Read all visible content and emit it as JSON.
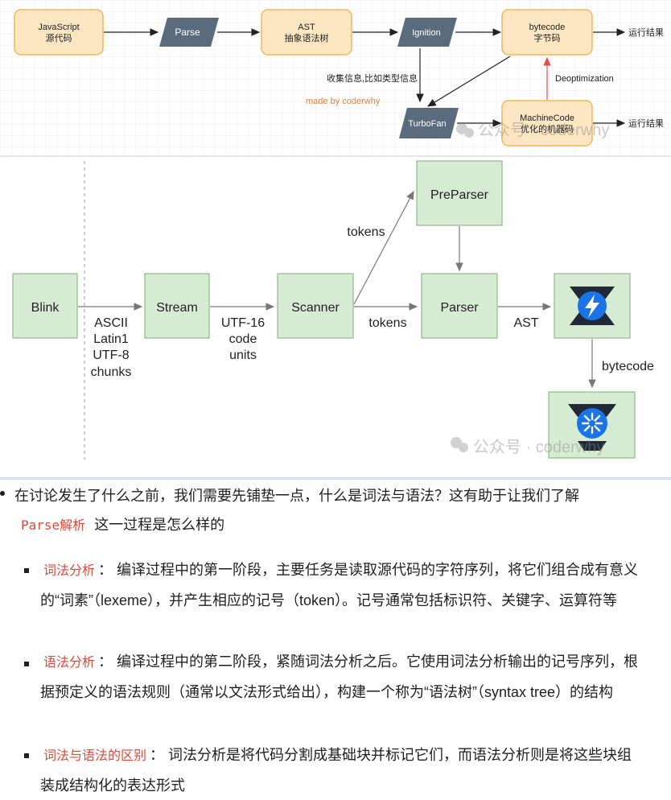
{
  "pipeline": {
    "js_source": [
      "JavaScript",
      "源代码"
    ],
    "parse": "Parse",
    "ast": [
      "AST",
      "抽象语法树"
    ],
    "ignition": "Ignition",
    "bytecode": [
      "bytecode",
      "字节码"
    ],
    "result1": "运行结果",
    "collect_info": "收集信息,比如类型信息",
    "made_by": "made by coderwhy",
    "deoptimization": "Deoptimization",
    "turbofan": "TurboFan",
    "machine_code": [
      "MachineCode",
      "优化的机器码"
    ],
    "result2": "运行结果",
    "watermark": "公众号 · coderwhy"
  },
  "v8_diagram": {
    "blink": "Blink",
    "chunk_labels": [
      "ASCII",
      "Latin1",
      "UTF-8",
      "chunks"
    ],
    "stream": "Stream",
    "utf16_labels": [
      "UTF-16",
      "code",
      "units"
    ],
    "scanner": "Scanner",
    "tokens_upper": "tokens",
    "tokens_lower": "tokens",
    "preparser": "PreParser",
    "parser": "Parser",
    "ast_label": "AST",
    "bytecode_label": "bytecode",
    "watermark": "公众号 · coderwhy"
  },
  "text": {
    "intro_before": "在讨论发生了什么之前，我们需要先铺垫一点，什么是词法与语法？这有助于让我们了解",
    "intro_code": "Parse解析",
    "intro_after": "这一过程是怎么样的",
    "items": [
      {
        "term": "词法分析",
        "sep": "：",
        "desc": "编译过程中的第一阶段，主要任务是读取源代码的字符序列，将它们组合成有意义的“词素”（lexeme），并产生相应的记号（token）。记号通常包括标识符、关键字、运算符等"
      },
      {
        "term": "语法分析",
        "sep": "：",
        "desc": "编译过程中的第二阶段，紧随词法分析之后。它使用词法分析输出的记号序列，根据预定义的语法规则（通常以文法形式给出），构建一个称为“语法树”（syntax tree）的结构"
      },
      {
        "term": "词法与语法的区别",
        "sep": "：",
        "desc": "词法分析是将代码分割成基础块并标记它们，而语法分析则是将这些块组装成结构化的表达形式"
      }
    ]
  },
  "colors": {
    "orange_box": "#fde6c2",
    "orange_border": "#f0b75a",
    "slate": "#5a6b7d",
    "green_box": "#d6ecd2",
    "green_border": "#8fb98a",
    "accent_red": "#d84a3a",
    "v8_blue": "#1a73e8"
  }
}
